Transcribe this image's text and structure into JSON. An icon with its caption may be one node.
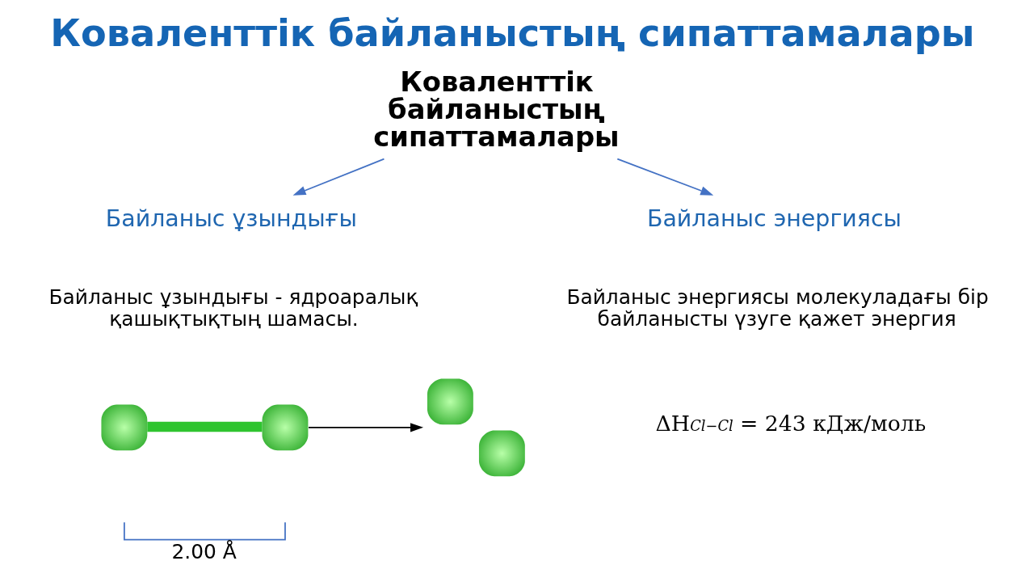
{
  "diagram": {
    "title": "Коваленттік байланыстың сипаттамалары",
    "nodes": [
      {
        "text": [
          "Коваленттік байланыстың сипаттамалары"
        ]
      },
      {
        "text": [
          "Байланыс ұзындығы"
        ],
        "beside": [
          "Байланыс ұзындығы - ядроаралық қашықтықтың шамасы."
        ]
      },
      {
        "text": [
          "Байланыс энергиясы"
        ],
        "beside": [
          "Байланыс энергиясы молекуладағы бір байланысты үзуге қажет энергия"
        ]
      },
      {
        "text": [],
        "shape": "picture"
      },
      {
        "text": [],
        "shape": "picture"
      }
    ],
    "edges": [
      {
        "from": 0,
        "to": 1,
        "arrow": "to"
      },
      {
        "from": 0,
        "to": 2,
        "arrow": "to"
      },
      {
        "from": 3,
        "to": 4,
        "arrow": "to",
        "color": "#000000"
      }
    ],
    "labels": [
      "2.00 Å",
      "ΔH$_{Cl−Cl}$ = 243 кДж/моль"
    ]
  }
}
